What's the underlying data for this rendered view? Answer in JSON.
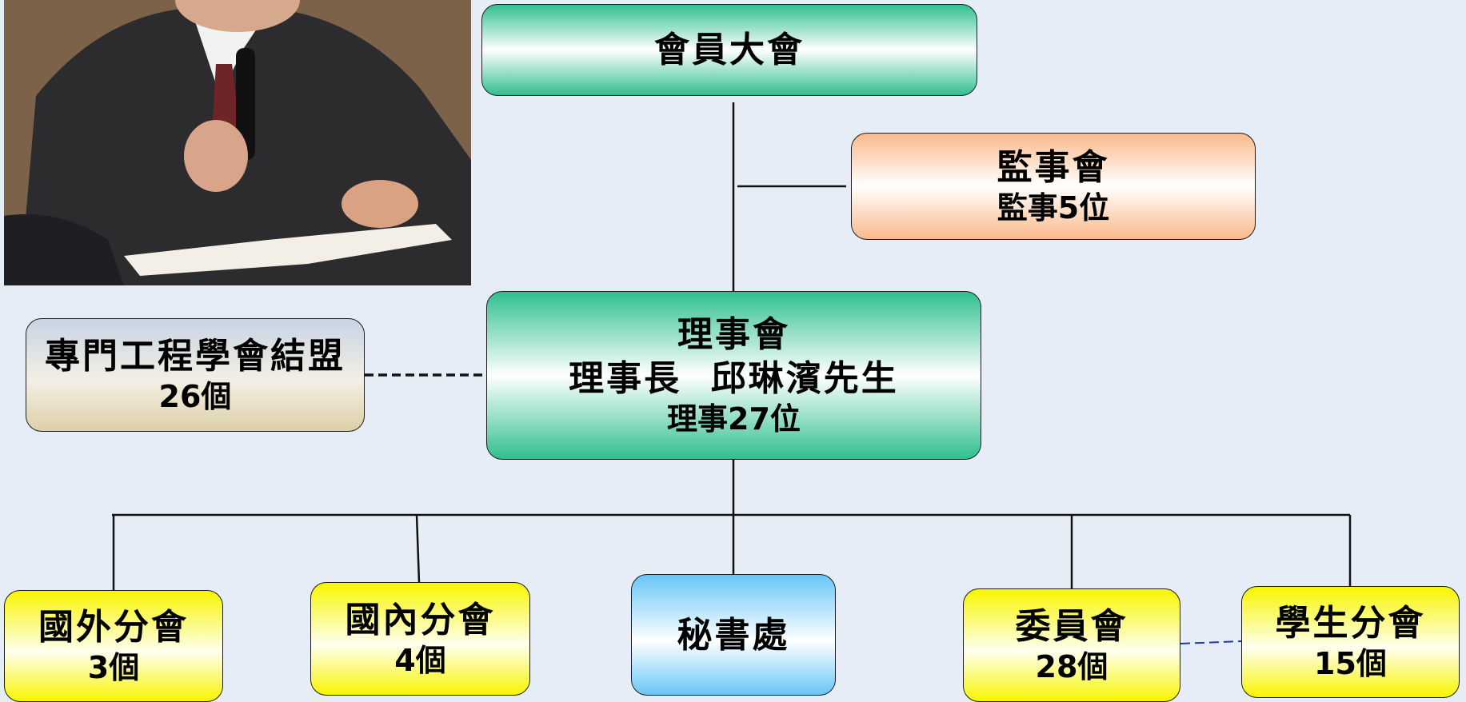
{
  "general_assembly": {
    "title": "會員大會"
  },
  "supervisors": {
    "title": "監事會",
    "sub": "監事5位"
  },
  "council": {
    "title": "理事會",
    "chair": "理事長  邱琳濱先生",
    "members": "理事27位"
  },
  "federation": {
    "title": "專門工程學會結盟",
    "sub": "26個"
  },
  "overseas": {
    "title": "國外分會",
    "sub": "3個"
  },
  "domestic": {
    "title": "國內分會",
    "sub": "4個"
  },
  "secretariat": {
    "title": "秘書處"
  },
  "committees": {
    "title": "委員會",
    "sub": "28個"
  },
  "students": {
    "title": "學生分會",
    "sub": "15個"
  },
  "colors": {
    "background": "#e6edf7",
    "green": "#2fc08e",
    "orange": "#f9b98a",
    "yellow": "#f8f500",
    "blue": "#68c6f7",
    "dashed_link": "#1f3aa8"
  }
}
